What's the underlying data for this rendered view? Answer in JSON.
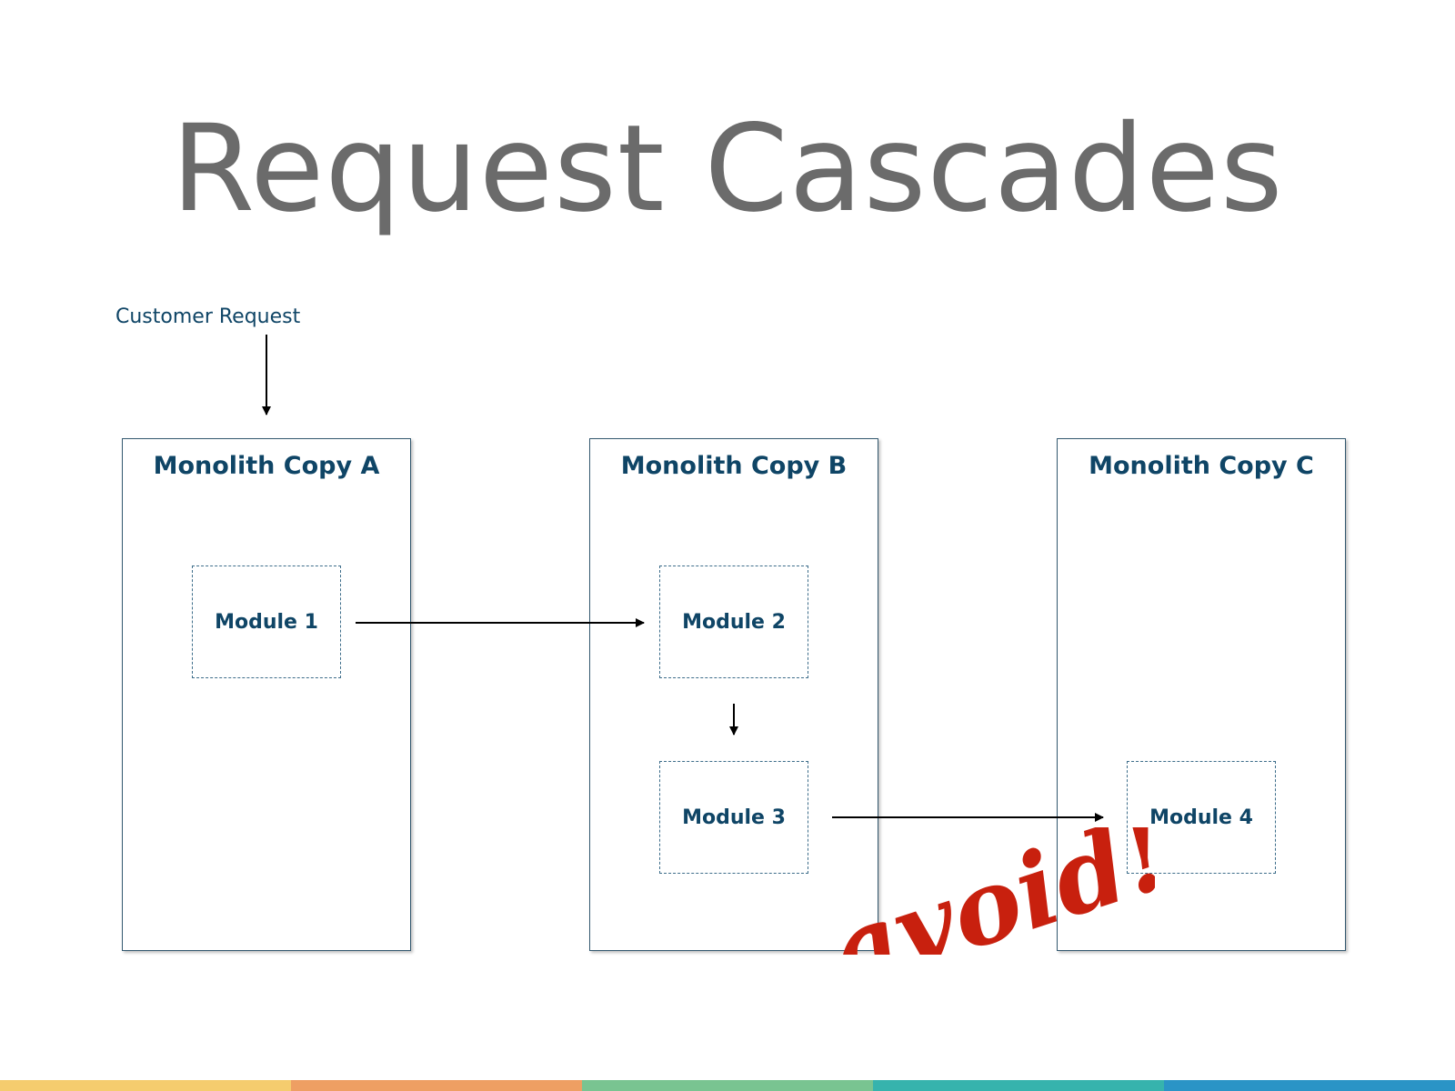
{
  "title": "Request Cascades",
  "customer_request": "Customer Request",
  "monoliths": [
    {
      "title": "Monolith Copy A"
    },
    {
      "title": "Monolith Copy B"
    },
    {
      "title": "Monolith Copy C"
    }
  ],
  "modules": [
    {
      "label": "Module 1"
    },
    {
      "label": "Module 2"
    },
    {
      "label": "Module 3"
    },
    {
      "label": "Module 4"
    }
  ],
  "annotation": "avoid!",
  "colors": {
    "title": "#6b6b6b",
    "text_navy": "#0f4566",
    "annotation_red": "#c8200e",
    "stripe": [
      "#f5cc6e",
      "#ee9f63",
      "#79c491",
      "#36b3ad",
      "#2a94c6"
    ]
  }
}
